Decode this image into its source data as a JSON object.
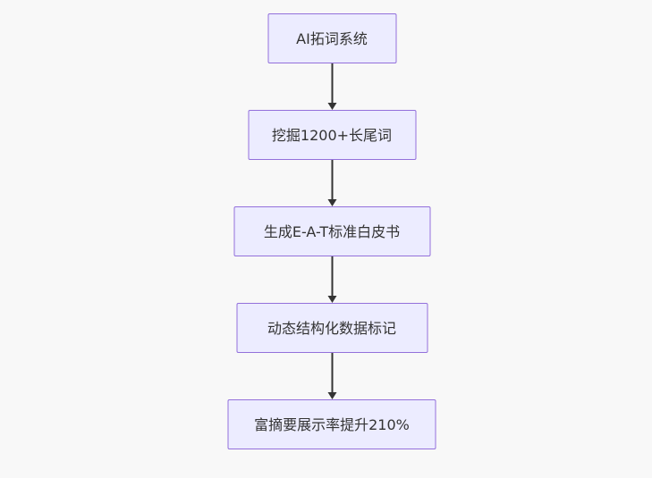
{
  "diagram": {
    "type": "flowchart",
    "direction": "top-down",
    "colors": {
      "background": "#f8f8f8",
      "node_fill": "#ECECFF",
      "node_border": "#9370DB",
      "edge": "#333333",
      "text": "#333333"
    },
    "nodes": [
      {
        "id": "A",
        "label": "AI拓词系统"
      },
      {
        "id": "B",
        "label": "挖掘1200+长尾词"
      },
      {
        "id": "C",
        "label": "生成E-A-T标准白皮书"
      },
      {
        "id": "D",
        "label": "动态结构化数据标记"
      },
      {
        "id": "E",
        "label": "富摘要展示率提升210%"
      }
    ],
    "edges": [
      {
        "from": "A",
        "to": "B"
      },
      {
        "from": "B",
        "to": "C"
      },
      {
        "from": "C",
        "to": "D"
      },
      {
        "from": "D",
        "to": "E"
      }
    ]
  }
}
